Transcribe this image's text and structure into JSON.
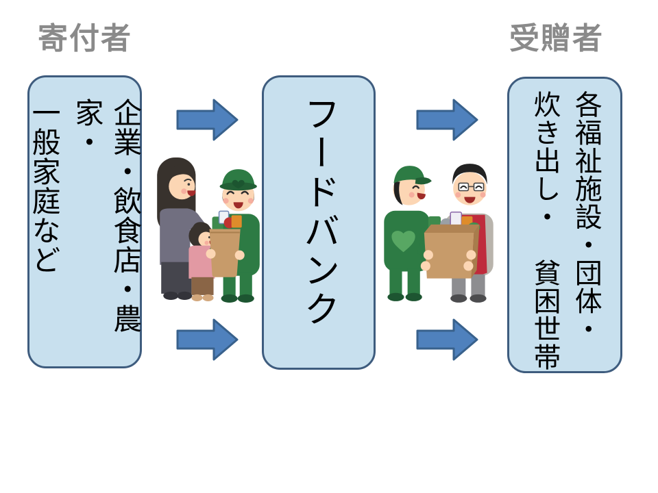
{
  "titles": {
    "donor": "寄付者",
    "recipient": "受贈者"
  },
  "donor_box": {
    "column1": "企業・飲食店・農家・",
    "column2": "一般家庭など"
  },
  "foodbank_box": {
    "label": "フードバンク"
  },
  "recipient_box": {
    "column1": "各福祉施設・団体・",
    "column2": "炊き出し・　貧困世帯"
  },
  "illustrations": {
    "left_alt": "family-donating-groceries-to-foodbank-worker",
    "right_alt": "foodbank-worker-delivering-food-box-to-welfare-staff"
  },
  "colors": {
    "box_fill": "#c8e0ee",
    "box_border": "#3e5c7e",
    "arrow_fill": "#4f81bd",
    "arrow_border": "#38618c",
    "title_gray": "#8a8a8a",
    "text_black": "#000000",
    "uniform_green": "#2d7b44",
    "apron_red": "#bf2b3c",
    "bag_brown": "#c79b6a"
  }
}
